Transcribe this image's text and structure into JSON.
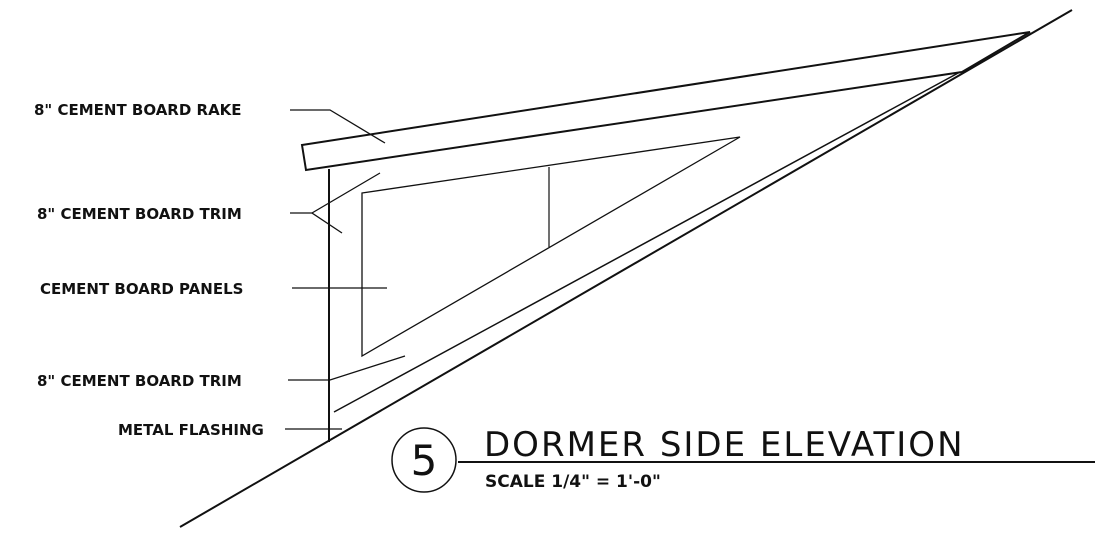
{
  "drawing": {
    "number": "5",
    "title": "DORMER SIDE ELEVATION",
    "scale": "SCALE 1/4\" = 1'-0\""
  },
  "callouts": {
    "rake": "8\" CEMENT BOARD RAKE",
    "trim_upper": "8\" CEMENT BOARD TRIM",
    "panels": "CEMENT BOARD PANELS",
    "trim_lower": "8\" CEMENT BOARD TRIM",
    "flashing": "METAL FLASHING"
  },
  "colors": {
    "ink": "#111111",
    "paper": "#ffffff"
  }
}
